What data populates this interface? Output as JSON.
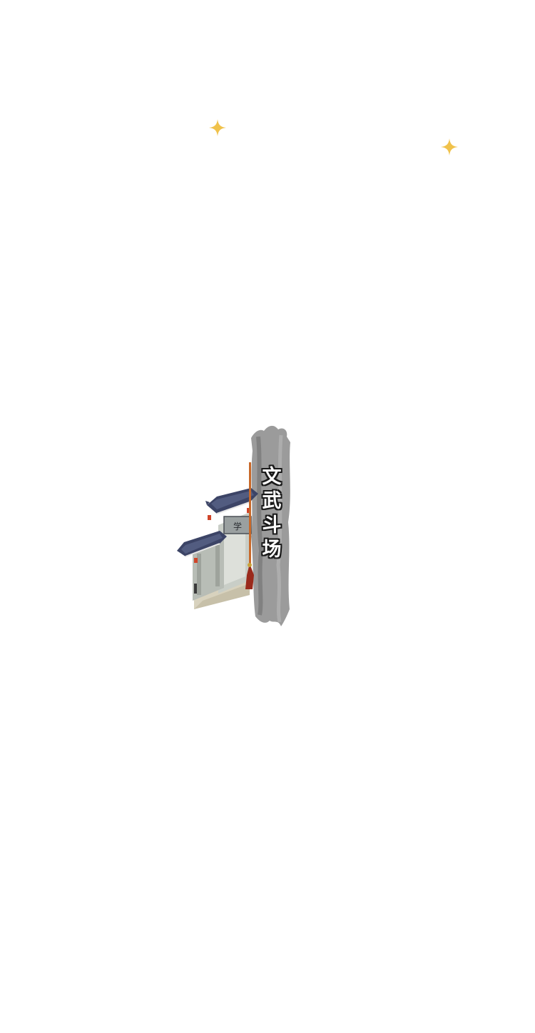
{
  "map": {
    "location": {
      "title_chars": [
        "文",
        "武",
        "斗",
        "场"
      ],
      "gate_plaque_text": "学"
    }
  },
  "colors": {
    "sparkle": "#F0C24B",
    "roof": "#3C4466",
    "wall": "#C9CEC7",
    "ground": "#D8D2BE",
    "pillar": "#C8692A",
    "tassel": "#9A2A1C",
    "ink_brush": "#8A8A8A",
    "title_text": "#FFFFFF",
    "title_outline": "#1A1A1A"
  },
  "icons": [
    "sparkle-icon"
  ]
}
